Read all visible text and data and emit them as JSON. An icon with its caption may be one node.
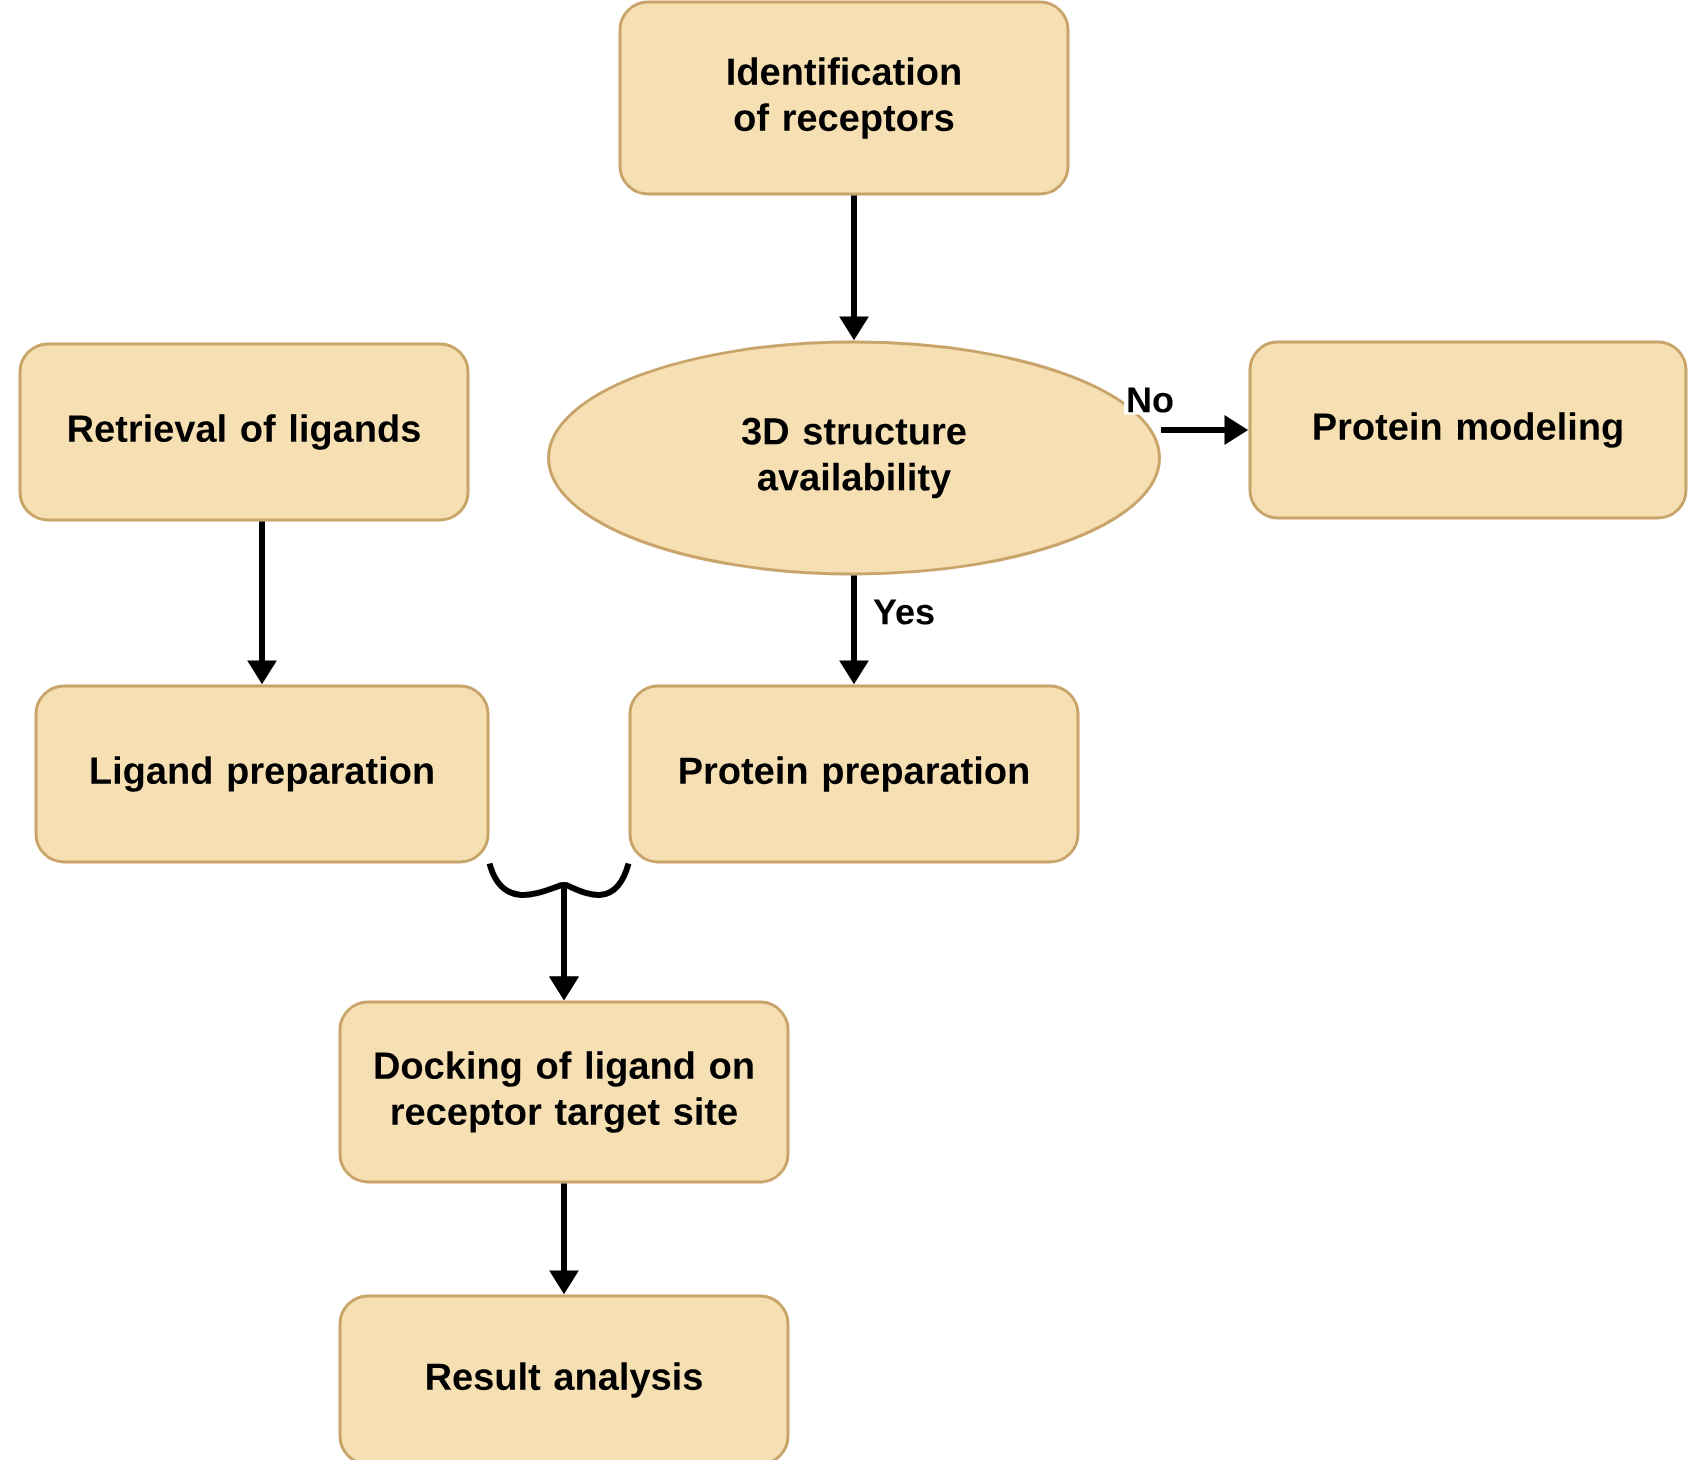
{
  "diagram": {
    "nodes": [
      {
        "text": [
          "Identification of receptors"
        ]
      },
      {
        "text": [
          "3D structure availability"
        ]
      },
      {
        "text": [
          "Protein modeling"
        ]
      },
      {
        "text": [
          "Retrieval of ligands"
        ]
      },
      {
        "text": [
          "Ligand preparation"
        ]
      },
      {
        "text": [
          "Protein preparation"
        ]
      },
      {
        "text": [
          "Docking of ligand on receptor target site"
        ]
      },
      {
        "text": [
          "Result analysis"
        ]
      }
    ],
    "edges": [
      {
        "from": 0,
        "to": 1,
        "arrow": "to"
      },
      {
        "from": 1,
        "to": 2,
        "arrow": "to",
        "label": "No"
      },
      {
        "from": 1,
        "to": 5,
        "arrow": "to",
        "label": "Yes"
      },
      {
        "from": 3,
        "to": 4,
        "arrow": "to"
      },
      {
        "from": 4,
        "to": 6,
        "arrow": "to"
      },
      {
        "from": 5,
        "to": 6,
        "arrow": "to"
      },
      {
        "from": 6,
        "to": 7,
        "arrow": "to"
      }
    ]
  }
}
